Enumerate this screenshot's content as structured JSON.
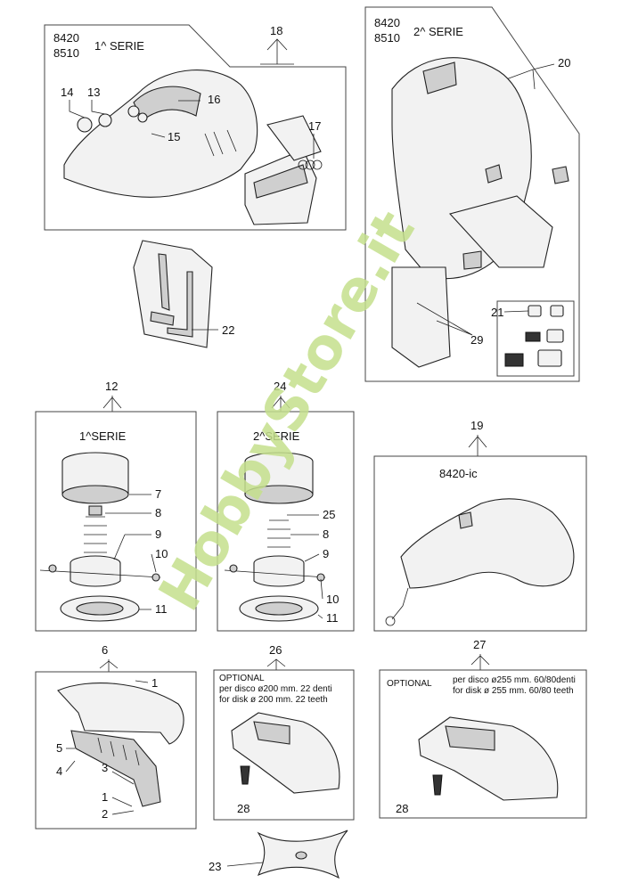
{
  "watermark": "HobbyStore.it",
  "panels": {
    "harness1": {
      "models": [
        "8420",
        "8510"
      ],
      "serie": "1^ SERIE",
      "ref": "18"
    },
    "harness2": {
      "models": [
        "8420",
        "8510"
      ],
      "serie": "2^ SERIE",
      "ref": "20"
    },
    "spool1": {
      "serie": "1^SERIE",
      "ref": "12"
    },
    "spool2": {
      "serie": "2^SERIE",
      "ref": "24"
    },
    "strap": {
      "model": "8420-ic",
      "ref": "19"
    },
    "guard": {
      "ref": "6"
    },
    "disk200": {
      "ref": "26",
      "optional": "OPTIONAL",
      "line_it": "per disco ø200 mm. 22 denti",
      "line_en": "for disk ø 200 mm.  22 teeth"
    },
    "disk255": {
      "ref": "27",
      "optional": "OPTIONAL",
      "line_it": "per disco ø255 mm. 60/80denti",
      "line_en": "for disk ø 255 mm.  60/80 teeth"
    }
  },
  "callouts": {
    "c13": "13",
    "c14": "14",
    "c15": "15",
    "c16": "16",
    "c17": "17",
    "c21": "21",
    "c22": "22",
    "c29": "29",
    "s1_7": "7",
    "s1_8": "8",
    "s1_9": "9",
    "s1_10": "10",
    "s1_11": "11",
    "s2_25": "25",
    "s2_8": "8",
    "s2_9": "9",
    "s2_10": "10",
    "s2_11": "11",
    "g1a": "1",
    "g1b": "1",
    "g2": "2",
    "g3": "3",
    "g4": "4",
    "g5": "5",
    "d28a": "28",
    "d28b": "28",
    "c23": "23"
  }
}
